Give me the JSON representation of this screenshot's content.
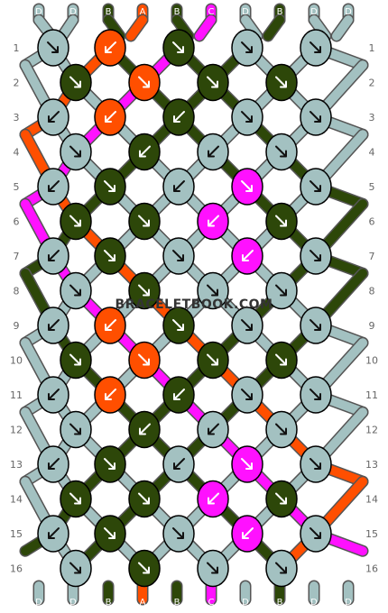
{
  "watermark": "BRACELETBOOK.COM",
  "colors": {
    "D": "#a3c1c1",
    "B": "#2d4709",
    "A": "#ff4f00",
    "C": "#ff11ff"
  },
  "top_strings": [
    "D",
    "D",
    "B",
    "A",
    "B",
    "C",
    "D",
    "B",
    "D",
    "D"
  ],
  "bottom_strings": [
    "D",
    "D",
    "B",
    "A",
    "B",
    "C",
    "D",
    "B",
    "D",
    "D"
  ],
  "row_numbers": [
    "1",
    "2",
    "3",
    "4",
    "5",
    "6",
    "7",
    "8",
    "9",
    "10",
    "11",
    "12",
    "13",
    "14",
    "15",
    "16"
  ],
  "knot_rows": [
    [
      {
        "c": "D",
        "d": "r"
      },
      {
        "c": "A",
        "d": "l"
      },
      {
        "c": "B",
        "d": "r"
      },
      {
        "c": "D",
        "d": "r"
      },
      {
        "c": "D",
        "d": "r"
      }
    ],
    [
      {
        "c": "B",
        "d": "r"
      },
      {
        "c": "A",
        "d": "r"
      },
      {
        "c": "B",
        "d": "r"
      },
      {
        "c": "B",
        "d": "r"
      }
    ],
    [
      {
        "c": "D",
        "d": "l"
      },
      {
        "c": "A",
        "d": "l"
      },
      {
        "c": "B",
        "d": "l"
      },
      {
        "c": "D",
        "d": "r"
      },
      {
        "c": "D",
        "d": "r"
      }
    ],
    [
      {
        "c": "D",
        "d": "r"
      },
      {
        "c": "B",
        "d": "l"
      },
      {
        "c": "D",
        "d": "l"
      },
      {
        "c": "D",
        "d": "r"
      }
    ],
    [
      {
        "c": "D",
        "d": "l"
      },
      {
        "c": "B",
        "d": "r"
      },
      {
        "c": "D",
        "d": "l"
      },
      {
        "c": "C",
        "d": "r"
      },
      {
        "c": "D",
        "d": "r"
      }
    ],
    [
      {
        "c": "B",
        "d": "r"
      },
      {
        "c": "B",
        "d": "r"
      },
      {
        "c": "C",
        "d": "l"
      },
      {
        "c": "B",
        "d": "r"
      }
    ],
    [
      {
        "c": "D",
        "d": "l"
      },
      {
        "c": "B",
        "d": "r"
      },
      {
        "c": "D",
        "d": "r"
      },
      {
        "c": "C",
        "d": "l"
      },
      {
        "c": "D",
        "d": "r"
      }
    ],
    [
      {
        "c": "D",
        "d": "r"
      },
      {
        "c": "B",
        "d": "r"
      },
      {
        "c": "D",
        "d": "r"
      },
      {
        "c": "D",
        "d": "r"
      }
    ],
    [
      {
        "c": "D",
        "d": "l"
      },
      {
        "c": "A",
        "d": "l"
      },
      {
        "c": "B",
        "d": "r"
      },
      {
        "c": "D",
        "d": "r"
      },
      {
        "c": "D",
        "d": "r"
      }
    ],
    [
      {
        "c": "B",
        "d": "r"
      },
      {
        "c": "A",
        "d": "r"
      },
      {
        "c": "B",
        "d": "r"
      },
      {
        "c": "B",
        "d": "r"
      }
    ],
    [
      {
        "c": "D",
        "d": "l"
      },
      {
        "c": "A",
        "d": "l"
      },
      {
        "c": "B",
        "d": "l"
      },
      {
        "c": "D",
        "d": "r"
      },
      {
        "c": "D",
        "d": "r"
      }
    ],
    [
      {
        "c": "D",
        "d": "r"
      },
      {
        "c": "B",
        "d": "l"
      },
      {
        "c": "D",
        "d": "l"
      },
      {
        "c": "D",
        "d": "r"
      }
    ],
    [
      {
        "c": "D",
        "d": "l"
      },
      {
        "c": "B",
        "d": "r"
      },
      {
        "c": "D",
        "d": "l"
      },
      {
        "c": "C",
        "d": "r"
      },
      {
        "c": "D",
        "d": "r"
      }
    ],
    [
      {
        "c": "B",
        "d": "r"
      },
      {
        "c": "B",
        "d": "r"
      },
      {
        "c": "C",
        "d": "l"
      },
      {
        "c": "B",
        "d": "r"
      }
    ],
    [
      {
        "c": "D",
        "d": "l"
      },
      {
        "c": "B",
        "d": "r"
      },
      {
        "c": "D",
        "d": "r"
      },
      {
        "c": "C",
        "d": "l"
      },
      {
        "c": "D",
        "d": "r"
      }
    ],
    [
      {
        "c": "D",
        "d": "r"
      },
      {
        "c": "B",
        "d": "r"
      },
      {
        "c": "D",
        "d": "r"
      },
      {
        "c": "D",
        "d": "r"
      }
    ]
  ]
}
